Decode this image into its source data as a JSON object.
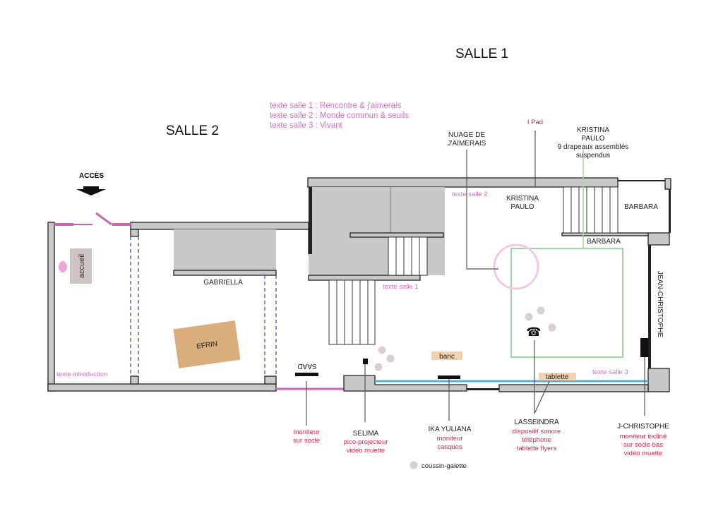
{
  "titles": {
    "salle1": "SALLE 1",
    "salle2": "SALLE 2"
  },
  "texts_legend": [
    "texte salle 1 : Rencontre & j'aimerais",
    "texte salle 2 : Monde commun & seuils",
    "texte salle 3 : Vivant"
  ],
  "access": "ACCÈS",
  "rooms": {
    "accueil": "accueil",
    "gabriella": "GABRIELLA",
    "efrin": "EFRIN",
    "saad": "SAAD",
    "texte_intro": "texte introduction",
    "texte_salle1": "texte salle 1",
    "texte_salle2": "texte salle 2",
    "texte_salle3": "texte salle 3",
    "kristina_paulo": [
      "KRISTINA",
      "PAULO"
    ],
    "barbara_top": "BARBARA",
    "barbara_bottom": "BARBARA",
    "jean_christophe": "JEAN-CHRISTOPHE",
    "banc": "banc",
    "tablette": "tablette"
  },
  "callouts_top": {
    "nuage": [
      "NUAGE DE",
      "J'AIMERAIS"
    ],
    "ipad": "I Pad",
    "kristina": [
      "KRISTINA",
      "PAULO",
      "9 drapeaux assemblés",
      "suspendus"
    ]
  },
  "callouts_bottom": {
    "saad": {
      "details": [
        "moniteur",
        "sur socle"
      ]
    },
    "selima": {
      "name": "SELIMA",
      "details": [
        "pico-projecteur",
        "video muette"
      ]
    },
    "ika": {
      "name": "IKA YULIANA",
      "details": [
        "moniteur",
        "casques"
      ]
    },
    "lasseindra": {
      "name": "LASSEINDRA",
      "details": [
        "dispositif sonore",
        "téléphone",
        "tablette flyers"
      ]
    },
    "jchristophe": {
      "name": "J-CHRISTOPHE",
      "details": [
        "moniteur incliné",
        "sur socle bas",
        "vidéo muette"
      ]
    }
  },
  "legend": {
    "cushion": "coussin-galette"
  },
  "colors": {
    "wall": "#c8c8c8",
    "pink": "#d96fc0",
    "red": "#e0244f",
    "green": "#9fd89f",
    "blue": "#5aaed6",
    "wood": "#d9ae7c"
  }
}
